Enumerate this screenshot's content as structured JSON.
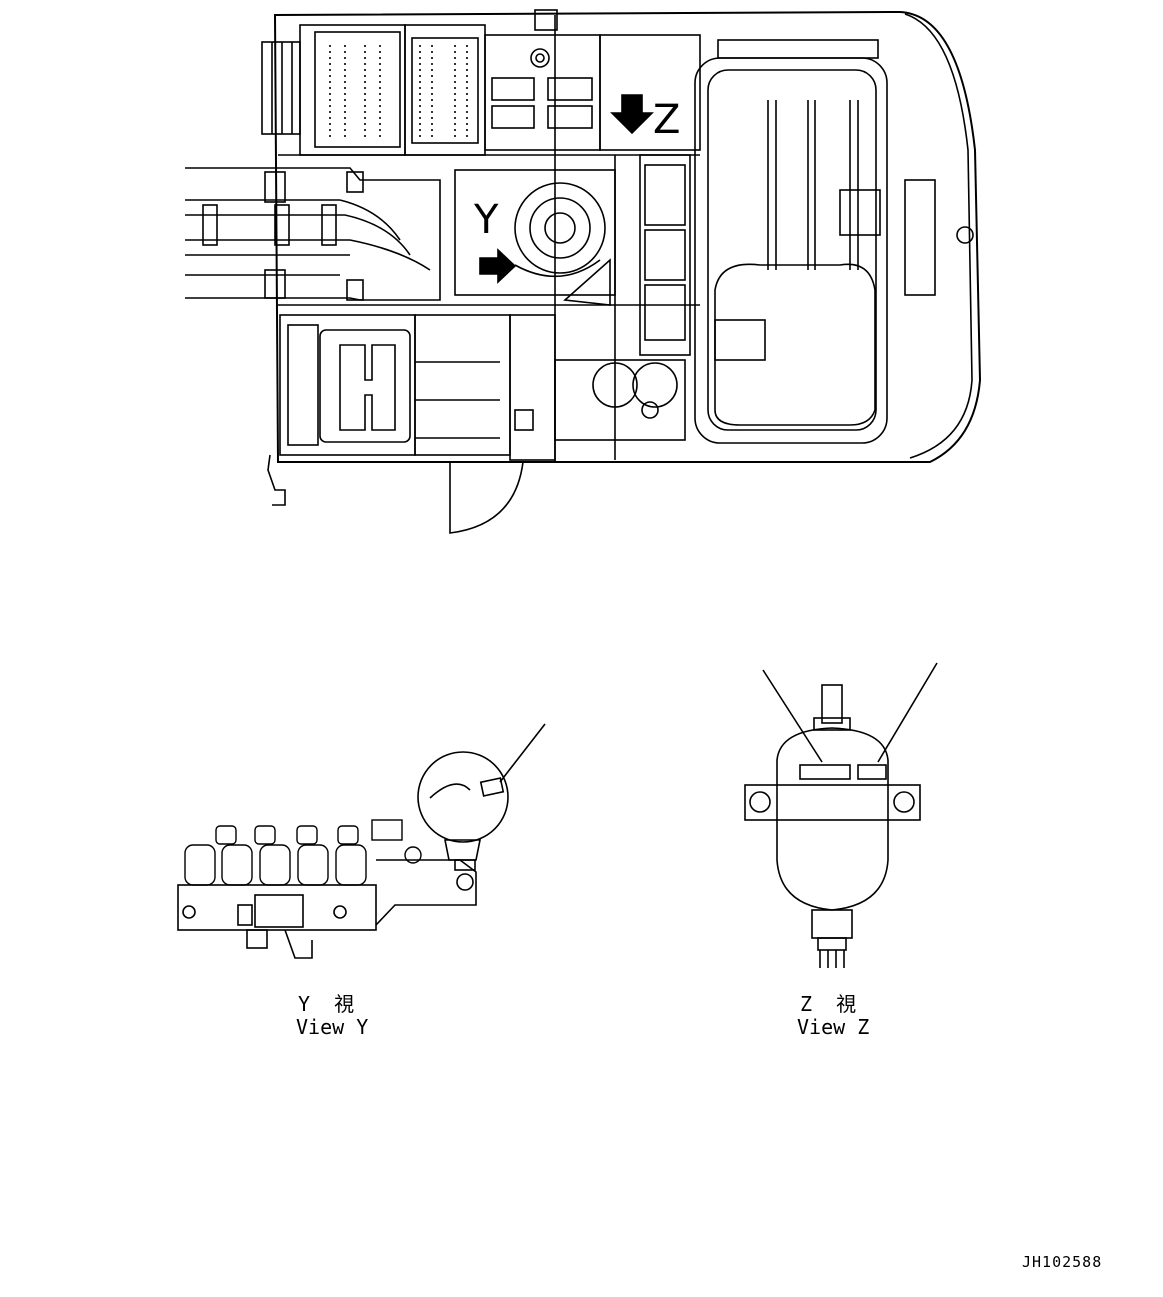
{
  "callouts": {
    "y_letter": "Y",
    "z_letter": "Z"
  },
  "view_y": {
    "kanji_line": "Y  視",
    "english_line": "View Y"
  },
  "view_z": {
    "kanji_line": "Z  視",
    "english_line": "View Z"
  },
  "drawing_number": "JH102588",
  "colors": {
    "line": "#000000",
    "background": "#ffffff"
  }
}
